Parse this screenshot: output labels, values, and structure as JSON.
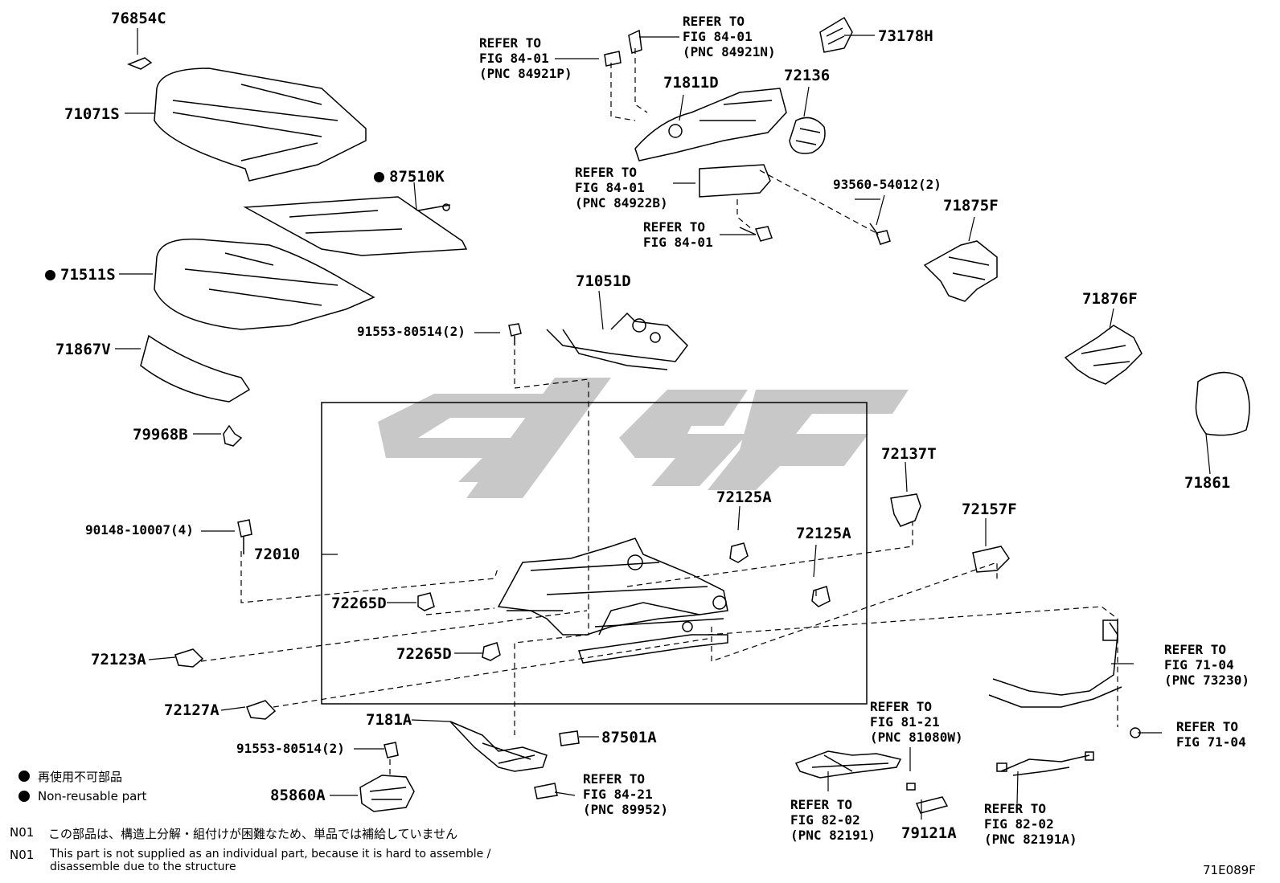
{
  "parts": {
    "p76854C": "76854C",
    "p71071S": "71071S",
    "p87510K": "87510K",
    "p71511S": "71511S",
    "p71867V": "71867V",
    "p79968B": "79968B",
    "p71811D": "71811D",
    "p72136": "72136",
    "p73178H": "73178H",
    "p93560": "93560-54012(2)",
    "p71875F": "71875F",
    "p71051D": "71051D",
    "p91553a": "91553-80514(2)",
    "p71876F": "71876F",
    "p71861": "71861",
    "p72137T": "72137T",
    "p72125A_1": "72125A",
    "p72125A_2": "72125A",
    "p72157F": "72157F",
    "p90148": "90148-10007(4)",
    "p72010": "72010",
    "p72265D_1": "72265D",
    "p72265D_2": "72265D",
    "p72123A": "72123A",
    "p72127A": "72127A",
    "p7181A": "7181A",
    "p87501A": "87501A",
    "p91553b": "91553-80514(2)",
    "p85860A": "85860A",
    "p79121A": "79121A"
  },
  "refs": {
    "r1": "REFER TO\nFIG 84-01\n(PNC 84921P)",
    "r2": "REFER TO\nFIG 84-01\n(PNC 84921N)",
    "r3": "REFER TO\nFIG 84-01\n(PNC 84922B)",
    "r4": "REFER TO\nFIG 84-01",
    "r5": "REFER TO\nFIG 71-04\n(PNC 73230)",
    "r6": "REFER TO\nFIG 71-04",
    "r7": "REFER TO\nFIG 81-21\n(PNC 81080W)",
    "r8": "REFER TO\nFIG 84-21\n(PNC 89952)",
    "r9": "REFER TO\nFIG 82-02\n(PNC 82191)",
    "r10": "REFER TO\nFIG 82-02\n(PNC 82191A)"
  },
  "legend": {
    "jp": "再使用不可部品",
    "en": "Non-reusable part"
  },
  "notes": {
    "code1": "N01",
    "jp": "この部品は、構造上分解・組付けが困難なため、単品では補給していません",
    "code2": "N01",
    "en1": "This part is not supplied as an individual part, because it is hard to assemble /",
    "en2": "disassemble due to the structure"
  },
  "figure_id": "71E089F",
  "colors": {
    "line": "#000000",
    "watermark": "#c8c8c8"
  }
}
